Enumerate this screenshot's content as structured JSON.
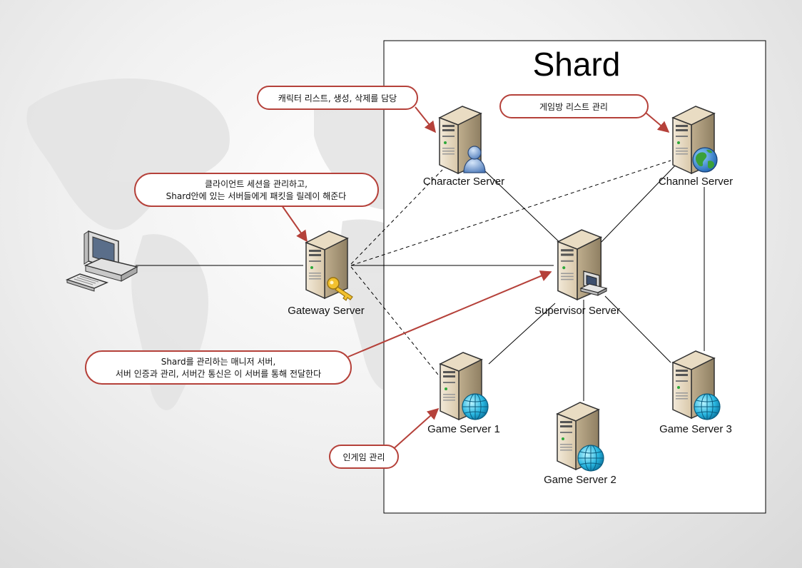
{
  "shard_title": "Shard",
  "servers": {
    "character": "Character Server",
    "channel": "Channel Server",
    "gateway": "Gateway Server",
    "supervisor": "Supervisor Server",
    "game1": "Game Server 1",
    "game2": "Game Server 2",
    "game3": "Game Server 3"
  },
  "callouts": {
    "character": [
      "캐릭터 리스트, 생성, 삭제를 담당"
    ],
    "channel": [
      "게임방 리스트 관리"
    ],
    "gateway": [
      "클라이언트 세션을 관리하고,",
      "Shard안에 있는 서버들에게 패킷을 릴레이 해준다"
    ],
    "supervisor": [
      "Shard를 관리하는 매니저 서버,",
      "서버 인증과 관리, 서버간 통신은 이 서버를 통해 전달한다"
    ],
    "game1": [
      "인게임 관리"
    ]
  },
  "icons": {
    "client": "client-computer-icon",
    "server": "server-tower-icon",
    "user": "user-badge-icon",
    "globe": "globe-icon",
    "key": "key-icon",
    "terminal": "terminal-icon"
  },
  "colors": {
    "callout_border": "#b5413a",
    "arrow": "#b5413a",
    "line": "#000000"
  }
}
